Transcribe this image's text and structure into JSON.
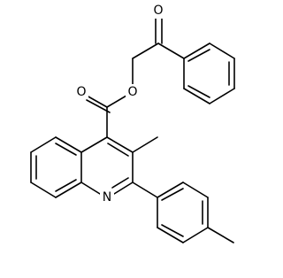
{
  "structure": {
    "atoms": {
      "carbonyl_oxygen": "O",
      "ester_oxygen": "O",
      "ester_carbonyl_oxygen": "O",
      "quinoline_nitrogen": "N"
    }
  }
}
